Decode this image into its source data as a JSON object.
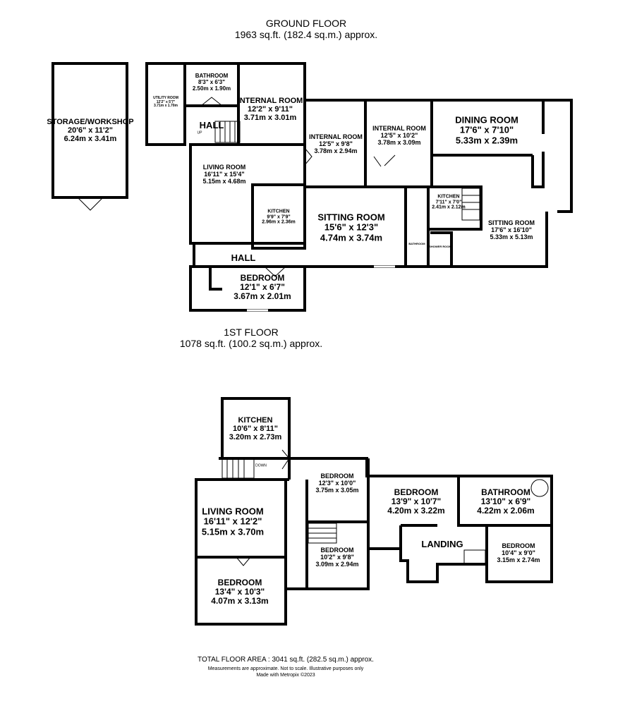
{
  "ground_floor": {
    "title": "GROUND FLOOR",
    "area": "1963 sq.ft. (182.4 sq.m.) approx.",
    "rooms": [
      {
        "name": "STORAGE/WORKSHOP",
        "imperial": "20'6\" x 11'2\"",
        "metric": "6.24m x 3.41m"
      },
      {
        "name": "UTILITY ROOM",
        "imperial": "12'2\" x 5'7\"",
        "metric": "3.71m x 1.70m"
      },
      {
        "name": "BATHROOM",
        "imperial": "8'3\" x 6'3\"",
        "metric": "2.50m x 1.90m"
      },
      {
        "name": "INTERNAL ROOM",
        "imperial": "12'2\" x 9'11\"",
        "metric": "3.71m x 3.01m"
      },
      {
        "name": "HALL"
      },
      {
        "name": "INTERNAL ROOM",
        "imperial": "12'5\" x 9'8\"",
        "metric": "3.78m x 2.94m"
      },
      {
        "name": "INTERNAL ROOM",
        "imperial": "12'5\" x 10'2\"",
        "metric": "3.78m x 3.09m"
      },
      {
        "name": "DINING ROOM",
        "imperial": "17'6\" x 7'10\"",
        "metric": "5.33m x 2.39m"
      },
      {
        "name": "LIVING ROOM",
        "imperial": "16'11\" x 15'4\"",
        "metric": "5.15m x 4.68m"
      },
      {
        "name": "KITCHEN",
        "imperial": "9'9\" x 7'9\"",
        "metric": "2.96m x 2.36m"
      },
      {
        "name": "SITTING ROOM",
        "imperial": "15'6\" x 12'3\"",
        "metric": "4.74m x 3.74m"
      },
      {
        "name": "KITCHEN",
        "imperial": "7'11\" x 7'0\"",
        "metric": "2.41m x 2.12m"
      },
      {
        "name": "SITTING ROOM",
        "imperial": "17'6\" x 16'10\"",
        "metric": "5.33m x 5.13m"
      },
      {
        "name": "BATHROOM"
      },
      {
        "name": "SHOWER ROOM"
      },
      {
        "name": "HALL"
      },
      {
        "name": "BEDROOM",
        "imperial": "12'1\" x 6'7\"",
        "metric": "3.67m x 2.01m"
      }
    ],
    "stair_label": "UP"
  },
  "first_floor": {
    "title": "1ST FLOOR",
    "area": "1078 sq.ft. (100.2 sq.m.) approx.",
    "rooms": [
      {
        "name": "KITCHEN",
        "imperial": "10'6\" x 8'11\"",
        "metric": "3.20m x 2.73m"
      },
      {
        "name": "BEDROOM",
        "imperial": "12'3\" x 10'0\"",
        "metric": "3.75m x 3.05m"
      },
      {
        "name": "LIVING ROOM",
        "imperial": "16'11\" x 12'2\"",
        "metric": "5.15m x 3.70m"
      },
      {
        "name": "BEDROOM",
        "imperial": "10'2\" x 9'8\"",
        "metric": "3.09m x 2.94m"
      },
      {
        "name": "BEDROOM",
        "imperial": "13'4\" x 10'3\"",
        "metric": "4.07m x 3.13m"
      },
      {
        "name": "BEDROOM",
        "imperial": "13'9\" x 10'7\"",
        "metric": "4.20m x 3.22m"
      },
      {
        "name": "BATHROOM",
        "imperial": "13'10\" x 6'9\"",
        "metric": "4.22m x 2.06m"
      },
      {
        "name": "LANDING"
      },
      {
        "name": "BEDROOM",
        "imperial": "10'4\" x 9'0\"",
        "metric": "3.15m x 2.74m"
      }
    ],
    "stair_label": "DOWN"
  },
  "footer": {
    "total": "TOTAL FLOOR AREA : 3041 sq.ft. (282.5 sq.m.) approx.",
    "disclaimer": "Measurements are approximate.  Not to scale.  Illustrative purposes only",
    "credit": "Made with Metropix ©2023"
  }
}
